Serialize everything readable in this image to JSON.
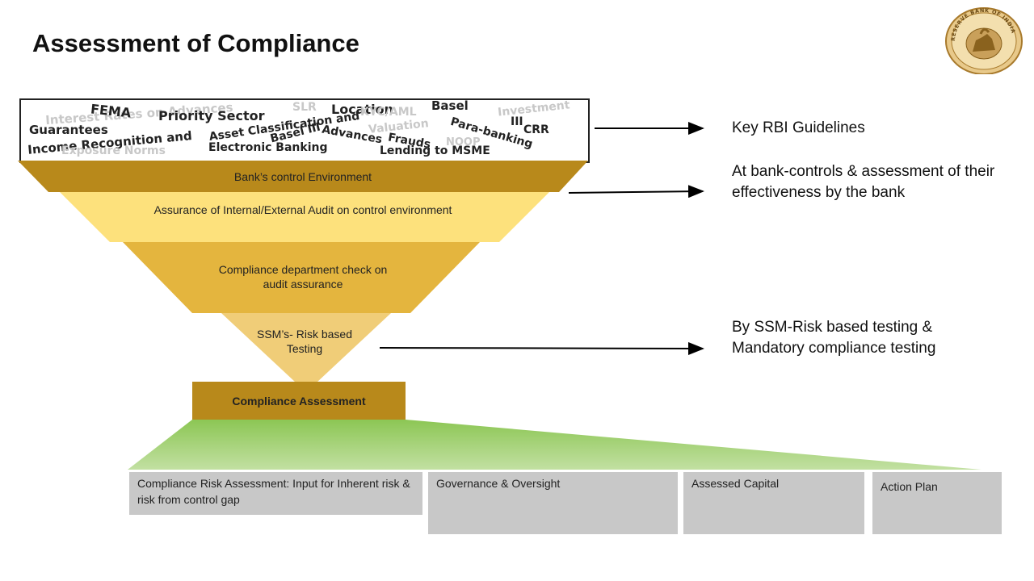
{
  "title": "Assessment of Compliance",
  "logo": {
    "icon": "rbi-seal-icon",
    "text": "RESERVE BANK OF INDIA"
  },
  "word_cloud": [
    "Interest Rates on Advances",
    "FEMA",
    "Priority Sector",
    "SLR",
    "Location",
    "KYC/AML",
    "Basel",
    "Investment",
    "Guarantees",
    "Asset Classification and",
    "Valuation",
    "III",
    "CRR",
    "Income Recognition and",
    "Basel III",
    "Advances",
    "Para-banking",
    "Exposure Norms",
    "Electronic Banking",
    "Frauds",
    "NOOP",
    "Lending to MSME"
  ],
  "funnel": {
    "layer1": "Bank’s control Environment",
    "layer2": "Assurance of Internal/External Audit on control environment",
    "layer3": "Compliance department check on audit assurance",
    "layer4": "SSM’s- Risk based Testing",
    "result": "Compliance Assessment"
  },
  "side_notes": {
    "guidelines": "Key RBI Guidelines",
    "controls": "At bank-controls & assessment of their effectiveness by the bank",
    "testing": "By SSM-Risk based testing & Mandatory compliance testing"
  },
  "outputs": [
    "Compliance Risk Assessment: Input for Inherent risk & risk from control gap",
    "Governance & Oversight",
    "Assessed Capital",
    "Action Plan"
  ],
  "colors": {
    "layer1": "#b8891b",
    "layer2": "#fde17c",
    "layer3": "#e4b53e",
    "layer4": "#f0cd78",
    "green": "#8cc654",
    "gray": "#c8c8c8"
  }
}
